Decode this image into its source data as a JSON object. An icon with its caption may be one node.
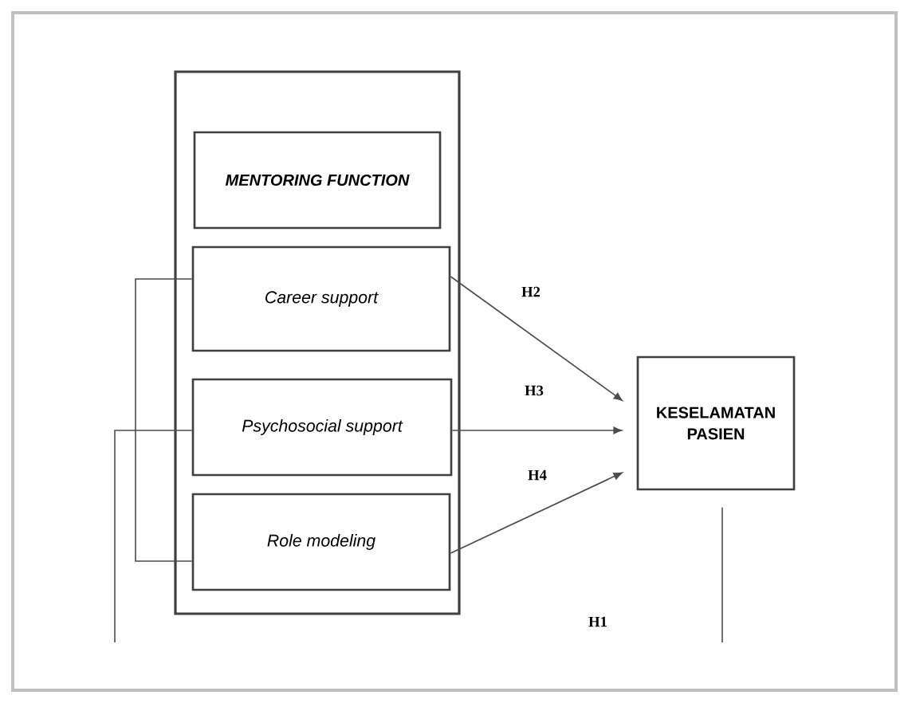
{
  "diagram": {
    "nodes": [
      {
        "text": [],
        "shape": "box"
      },
      {
        "text": [
          "MENTORING FUNCTION"
        ],
        "in": 0
      },
      {
        "text": [
          "Career support"
        ],
        "in": 0
      },
      {
        "text": [
          "Psychosocial support"
        ],
        "in": 0
      },
      {
        "text": [
          "Role modeling"
        ],
        "in": 0
      },
      {
        "text": [
          "KESELAMATAN PASIEN"
        ]
      }
    ],
    "edges": [
      {
        "from": 2,
        "to": 5,
        "arrow": "to",
        "label": "H2"
      },
      {
        "from": 3,
        "to": 5,
        "arrow": "to",
        "label": "H3"
      },
      {
        "from": 4,
        "to": 5,
        "arrow": "to",
        "label": "H4"
      },
      {
        "from": 2,
        "to": 4,
        "arrow": "none"
      },
      {
        "from": 3,
        "to": null,
        "arrow": "none"
      },
      {
        "from": 5,
        "to": null,
        "arrow": "none"
      }
    ],
    "labels": [
      "H1"
    ]
  }
}
